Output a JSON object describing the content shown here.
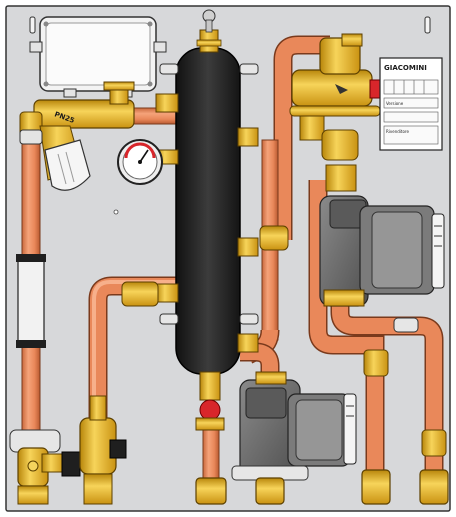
{
  "brand_text": "GIACOMINI",
  "left_valve_marking": "PN25",
  "label_plate": {
    "title": "GIACOMINI",
    "row_label": "Versione",
    "row_label_2": "Rivenditore"
  },
  "colors": {
    "background_panel": "#d7d8da",
    "copper_pipe": "#e9885a",
    "brass": "#e8b52a",
    "separator_insulation": "#2a2a2a",
    "pump_body": "#6f6f6f",
    "valve_handle_red": "#d8262b"
  },
  "icons": {
    "mounting_slot": "slot-icon",
    "gauge": "thermometer-gauge-icon",
    "air_vent": "air-vent-icon"
  }
}
